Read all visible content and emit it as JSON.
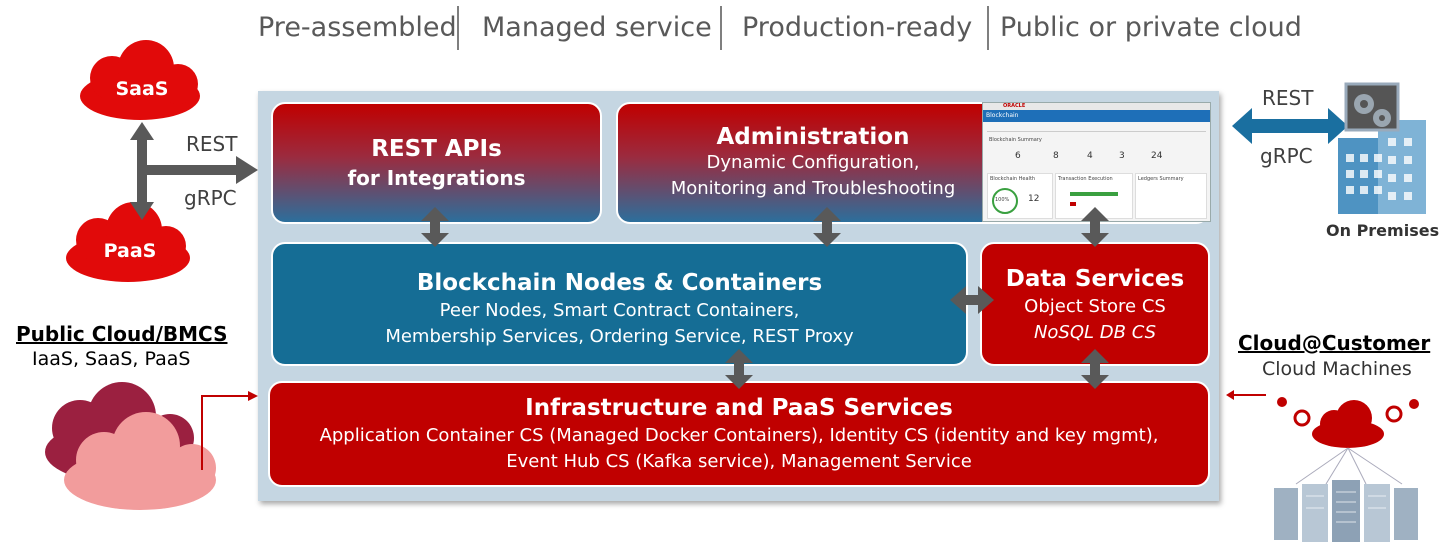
{
  "header": {
    "items": [
      "Pre-assembled",
      "Managed service",
      "Production-ready",
      "Public or private cloud"
    ]
  },
  "left": {
    "saas": "SaaS",
    "paas": "PaaS",
    "rest": "REST",
    "grpc": "gRPC",
    "public_cloud_title": "Public Cloud/BMCS",
    "public_cloud_sub": "IaaS, SaaS, PaaS"
  },
  "right": {
    "rest": "REST",
    "grpc": "gRPC",
    "on_premises": "On Premises",
    "cc_title": "Cloud@Customer",
    "cc_sub": "Cloud Machines"
  },
  "boxes": {
    "rest_apis": {
      "title": "REST APIs",
      "sub": "for Integrations"
    },
    "admin": {
      "title": "Administration",
      "line1": "Dynamic Configuration,",
      "line2": "Monitoring and Troubleshooting"
    },
    "nodes": {
      "title": "Blockchain Nodes & Containers",
      "line1": "Peer Nodes, Smart Contract Containers,",
      "line2": "Membership Services, Ordering Service, REST Proxy"
    },
    "data": {
      "title": "Data Services",
      "line1": "Object Store CS",
      "line2": "NoSQL DB CS"
    },
    "infra": {
      "title": "Infrastructure and PaaS Services",
      "line1": "Application Container CS (Managed Docker Containers), Identity CS (identity and key mgmt),",
      "line2": "Event Hub CS (Kafka service), Management Service"
    }
  },
  "screenshot": {
    "brand": "ORACLE",
    "app": "Blockchain",
    "summary": "Blockchain Summary",
    "stats": [
      "6",
      "8",
      "4",
      "3",
      "24"
    ],
    "health": "Blockchain Health",
    "tx": "Transaction Execution",
    "ledgers": "Ledgers Summary",
    "pct": "100%",
    "count": "12"
  },
  "colors": {
    "red": "#c00000",
    "teal": "#156d95",
    "panel": "#c5d6e2",
    "arrow": "#595959",
    "onprem_arrow": "#1a6fa0"
  }
}
